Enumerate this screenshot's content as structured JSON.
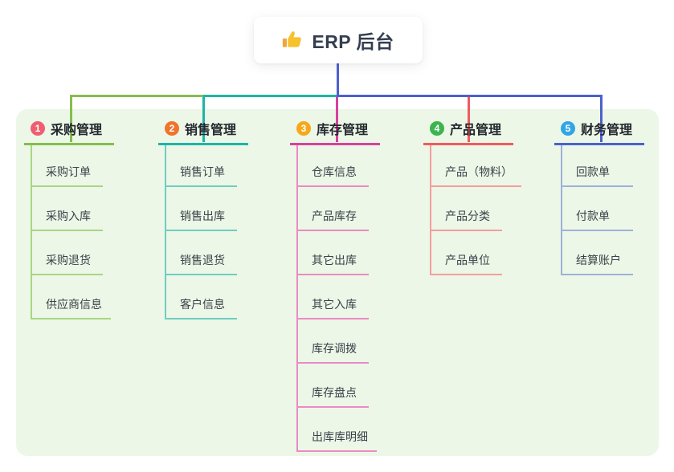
{
  "root": {
    "label": "ERP 后台",
    "icon": "thumbs-up-icon"
  },
  "branches": [
    {
      "number": "1",
      "title": "采购管理",
      "color": "#85bd4f",
      "sub_color": "#a9d584",
      "badge_color": "#ef5e6f",
      "items": [
        "采购订单",
        "采购入库",
        "采购退货",
        "供应商信息"
      ]
    },
    {
      "number": "2",
      "title": "销售管理",
      "color": "#1cb5a9",
      "sub_color": "#6fcdc2",
      "badge_color": "#f0742c",
      "items": [
        "销售订单",
        "销售出库",
        "销售退货",
        "客户信息"
      ]
    },
    {
      "number": "3",
      "title": "库存管理",
      "color": "#d6429c",
      "sub_color": "#ec8ac4",
      "badge_color": "#f7a819",
      "items": [
        "仓库信息",
        "产品库存",
        "其它出库",
        "其它入库",
        "库存调拨",
        "库存盘点",
        "出库库明细"
      ]
    },
    {
      "number": "4",
      "title": "产品管理",
      "color": "#f15a5e",
      "sub_color": "#f49d9d",
      "badge_color": "#3cb44f",
      "items": [
        "产品（物料）",
        "产品分类",
        "产品单位"
      ]
    },
    {
      "number": "5",
      "title": "财务管理",
      "color": "#4c61ce",
      "sub_color": "#9fb0d8",
      "badge_color": "#32a5e6",
      "items": [
        "回款单",
        "付款单",
        "结算账户"
      ]
    }
  ],
  "colors": {
    "panel": "#ecf7e7",
    "green": "#85bd4f",
    "teal": "#1cb5a9",
    "blue": "#4c61ce",
    "magenta": "#d6429c",
    "red": "#f15a5e",
    "thumb": "#f7c02d",
    "thumbcuff": "#eda63a"
  }
}
